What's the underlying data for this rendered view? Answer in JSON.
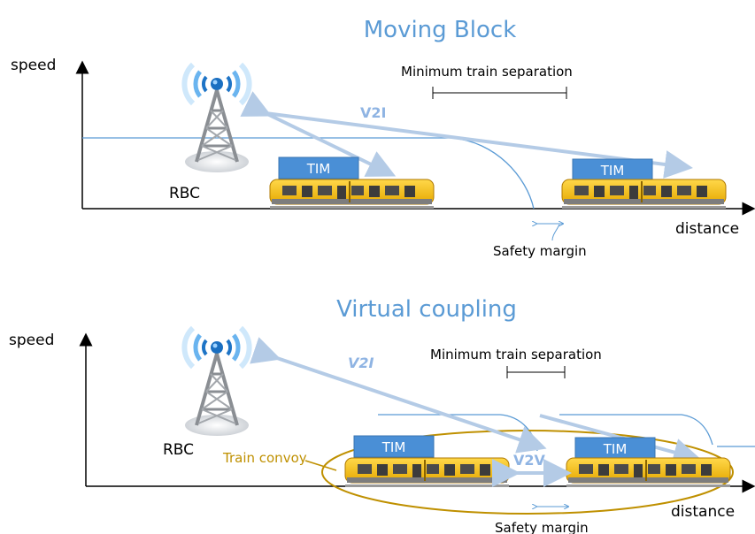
{
  "panels": {
    "moving_block": {
      "title": "Moving Block",
      "y_axis_label": "speed",
      "x_axis_label": "distance",
      "rbc_label": "RBC",
      "tim_label_1": "TIM",
      "tim_label_2": "TIM",
      "v2i_label": "V2I",
      "min_separation_label": "Minimum train separation",
      "safety_margin_label": "Safety margin"
    },
    "virtual_coupling": {
      "title": "Virtual coupling",
      "y_axis_label": "speed",
      "x_axis_label": "distance",
      "rbc_label": "RBC",
      "tim_label_1": "TIM",
      "tim_label_2": "TIM",
      "v2i_label": "V2I",
      "v2v_label": "V2V",
      "convoy_label": "Train convoy",
      "min_separation_label": "Minimum train separation",
      "safety_margin_label": "Safety margin"
    }
  },
  "colors": {
    "title": "#5b9bd5",
    "link_arrow": "#b4cbe6",
    "speed_curve": "#5b9bd5",
    "tim_box": "#4a8fd6",
    "train_body": "#f2c12e",
    "convoy_ellipse": "#bf9000"
  },
  "icons": [
    "radio-tower-icon",
    "train-icon"
  ]
}
